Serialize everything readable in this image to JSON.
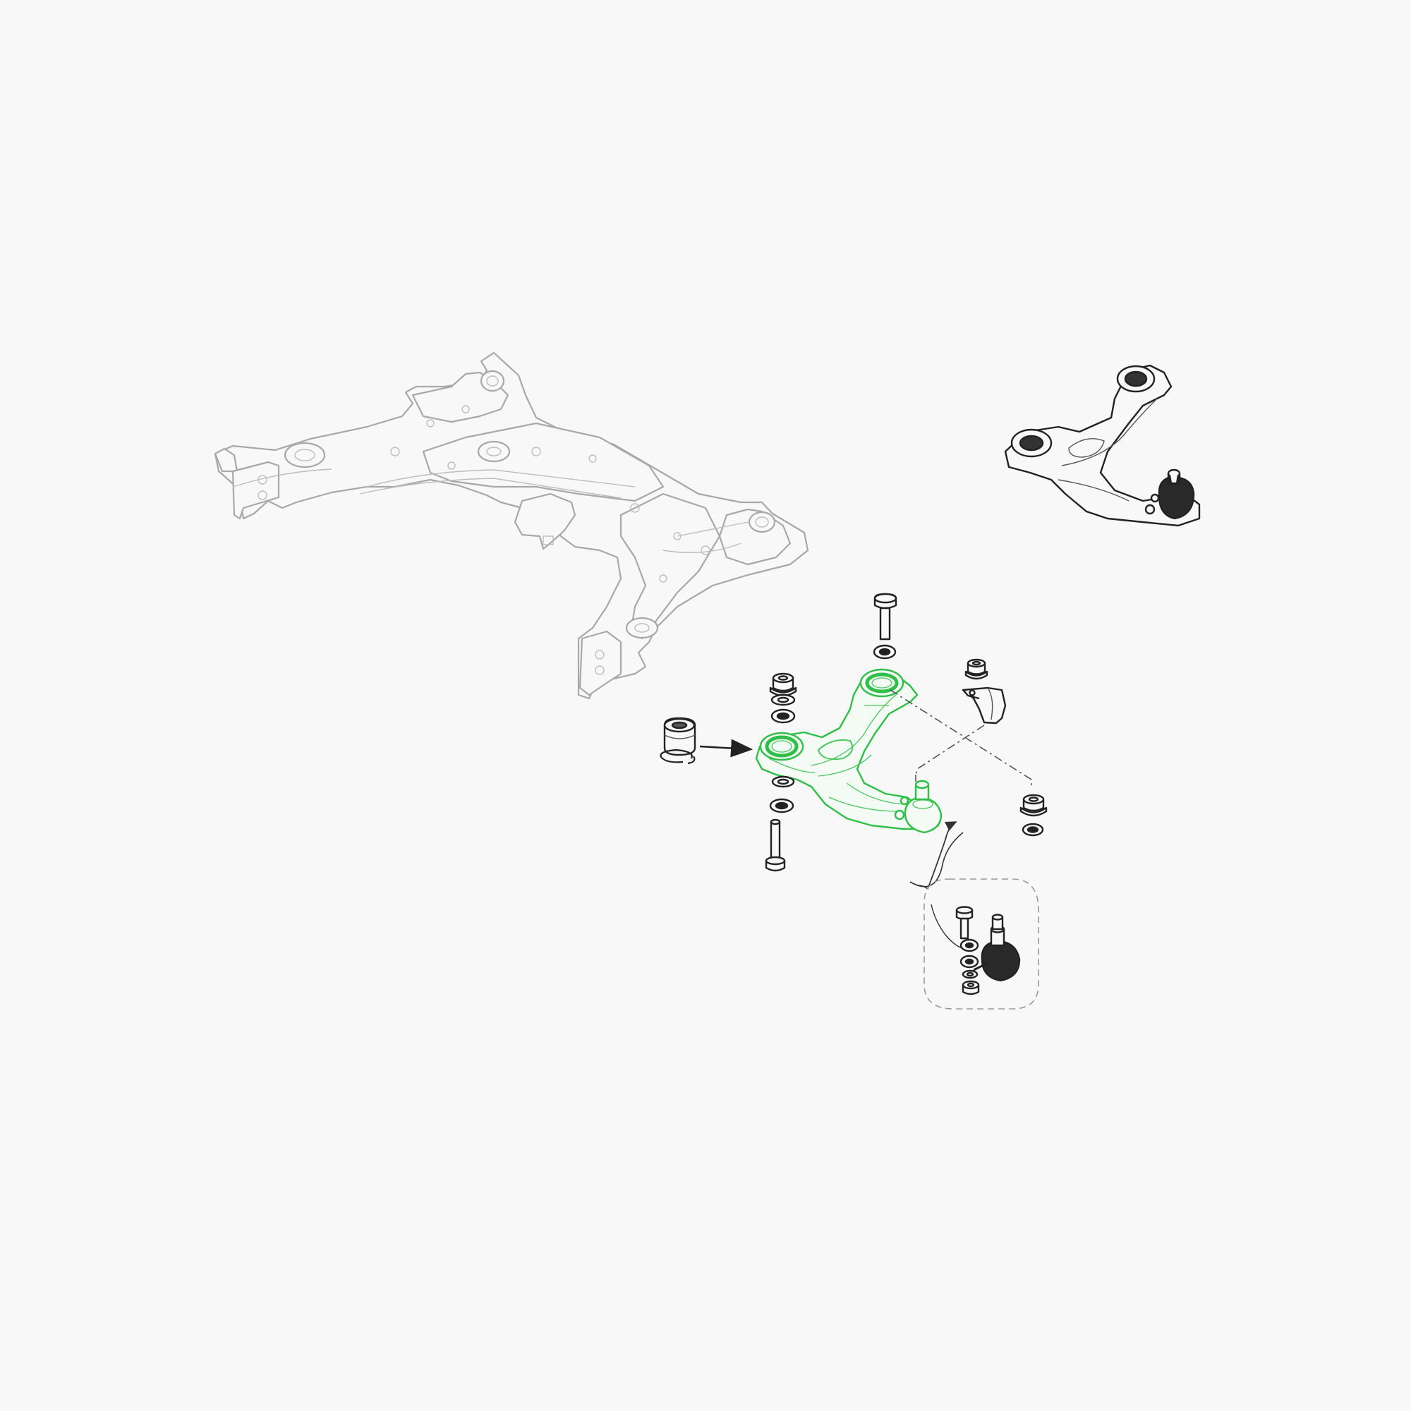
{
  "diagram": {
    "colors": {
      "background": "#f8f8f8",
      "subframe_outline": "#a8a8a8",
      "highlighted_part": "#2fbf48",
      "hardware_outline": "#222222",
      "callout_border": "#9a9a9a"
    },
    "highlighted_part_name": "lower-control-arm",
    "icons": [
      "front-subframe",
      "control-arm-preview",
      "bushing",
      "circlip",
      "bolt",
      "nut",
      "washer",
      "ball-joint",
      "bracket",
      "arrow"
    ]
  }
}
